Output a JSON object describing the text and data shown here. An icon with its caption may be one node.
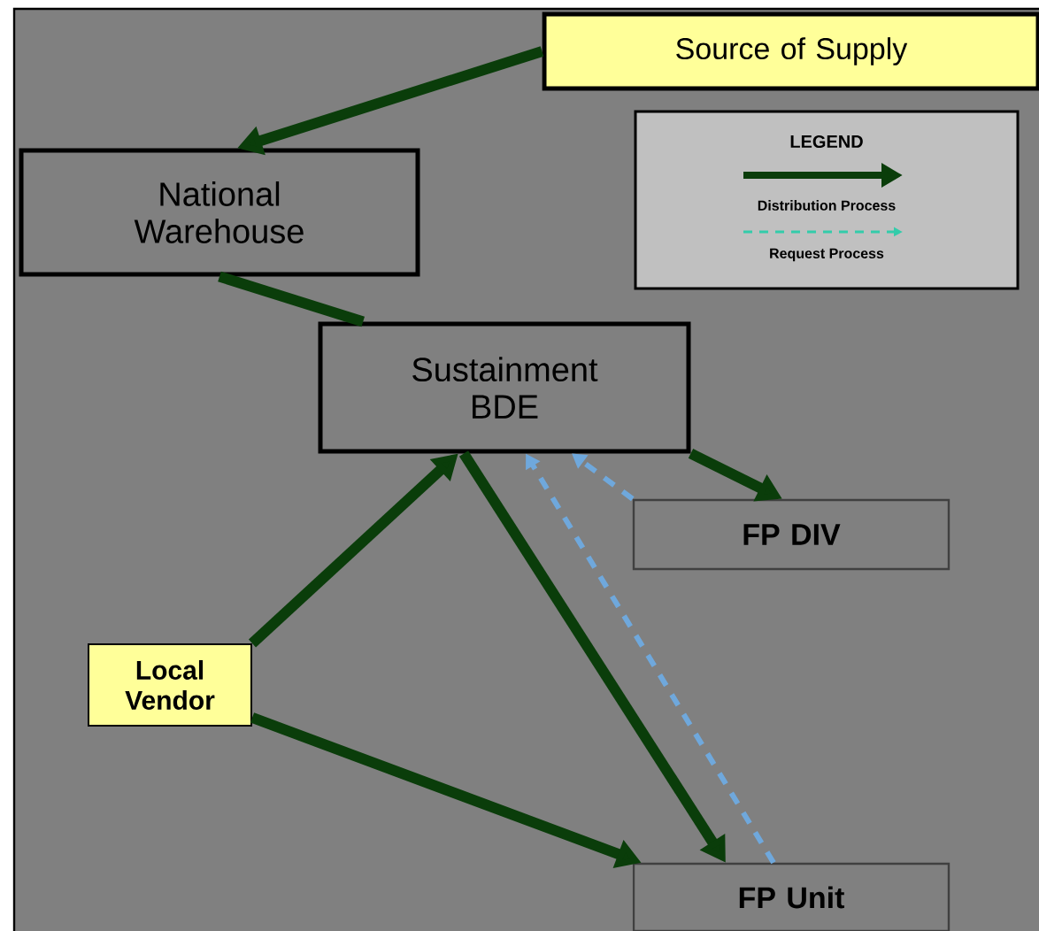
{
  "diagram": {
    "nodes": [
      {
        "text": [
          "Source of Supply"
        ]
      },
      {
        "text": [
          "National Warehouse"
        ]
      },
      {
        "text": [
          "Sustainment BDE"
        ]
      },
      {
        "text": [
          "FP DIV"
        ]
      },
      {
        "text": [
          "Local Vendor"
        ]
      },
      {
        "text": [
          "FP Unit"
        ]
      }
    ],
    "edges": [
      {
        "from": 0,
        "to": 1,
        "arrow": "to"
      },
      {
        "from": 1,
        "to": 2,
        "arrow": "none"
      },
      {
        "from": 2,
        "to": 3,
        "arrow": "to"
      },
      {
        "from": 4,
        "to": 2,
        "arrow": "to"
      },
      {
        "from": 2,
        "to": 5,
        "arrow": "to"
      },
      {
        "from": 5,
        "to": 2,
        "arrow": "to",
        "style": "dashed",
        "color": "#6fa8dc"
      },
      {
        "from": 3,
        "to": 2,
        "arrow": "to",
        "style": "dashed",
        "color": "#6fa8dc"
      },
      {
        "from": 4,
        "to": 5,
        "arrow": "to"
      }
    ],
    "labels": [
      "LEGEND"
    ],
    "legend": [
      {
        "text": "Distribution Process"
      },
      {
        "text": "Request Process"
      }
    ]
  }
}
